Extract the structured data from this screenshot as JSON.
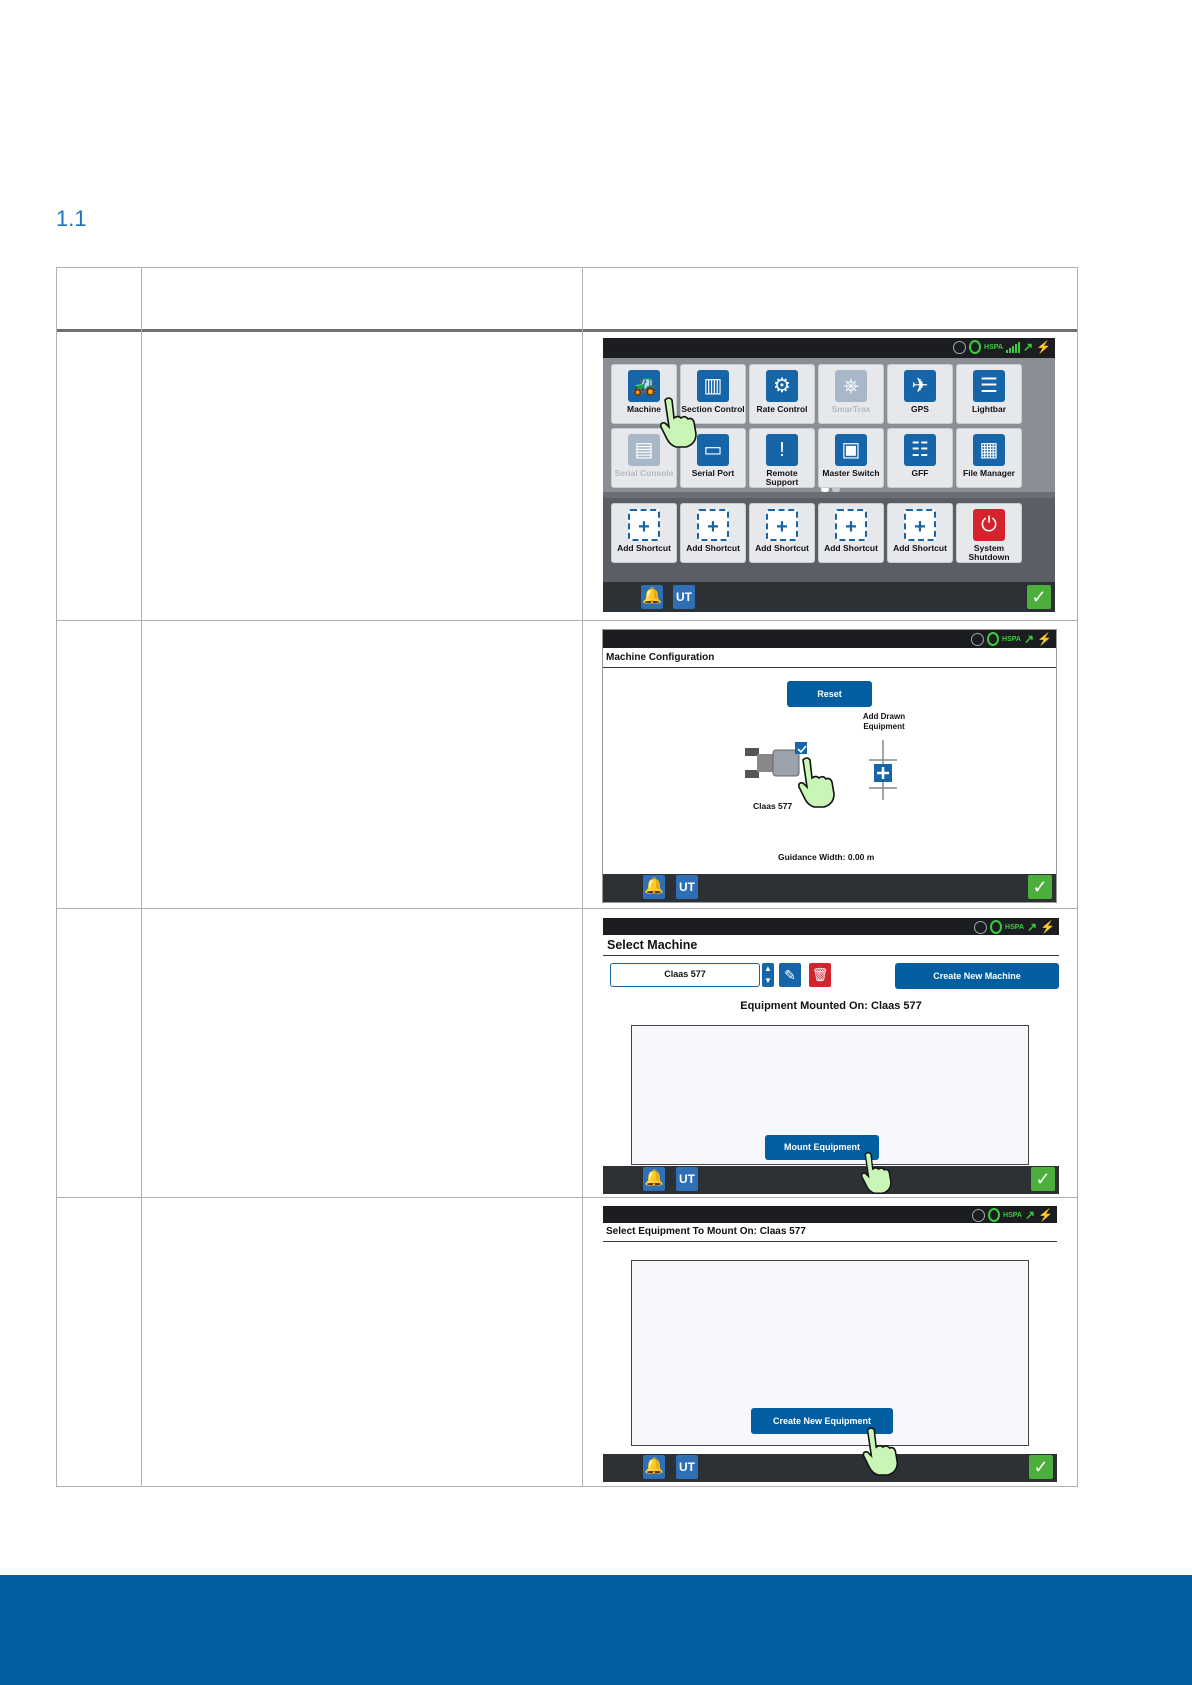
{
  "section_number": "1.1",
  "steps": [
    {
      "screen": "home",
      "tiles_row1": [
        {
          "label": "Machine",
          "icon": "tractor-icon",
          "enabled": true
        },
        {
          "label": "Section Control",
          "icon": "section-control-icon",
          "enabled": true
        },
        {
          "label": "Rate Control",
          "icon": "rate-control-icon",
          "enabled": true
        },
        {
          "label": "SmarTrax",
          "icon": "steering-wheel-icon",
          "enabled": false
        },
        {
          "label": "GPS",
          "icon": "satellite-icon",
          "enabled": true
        },
        {
          "label": "Lightbar",
          "icon": "lightbar-icon",
          "enabled": true
        }
      ],
      "tiles_row2": [
        {
          "label": "Serial Console",
          "icon": "serial-console-icon",
          "enabled": false
        },
        {
          "label": "Serial Port",
          "icon": "serial-port-icon",
          "enabled": true
        },
        {
          "label": "Remote Support",
          "icon": "headset-icon",
          "enabled": true
        },
        {
          "label": "Master Switch",
          "icon": "master-switch-icon",
          "enabled": true
        },
        {
          "label": "GFF",
          "icon": "gff-icon",
          "enabled": true
        },
        {
          "label": "File Manager",
          "icon": "file-manager-icon",
          "enabled": true
        }
      ],
      "tiles_row3": [
        {
          "label": "Add Shortcut",
          "icon": "plus-icon"
        },
        {
          "label": "Add Shortcut",
          "icon": "plus-icon"
        },
        {
          "label": "Add Shortcut",
          "icon": "plus-icon"
        },
        {
          "label": "Add Shortcut",
          "icon": "plus-icon"
        },
        {
          "label": "Add Shortcut",
          "icon": "plus-icon"
        },
        {
          "label": "System Shutdown",
          "icon": "power-icon"
        }
      ],
      "status_network": "HSPA"
    },
    {
      "screen": "machine_configuration",
      "title": "Machine Configuration",
      "reset_label": "Reset",
      "add_drawn_label": "Add Drawn Equipment",
      "machine_name": "Claas 577",
      "guidance_width_label": "Guidance Width:",
      "guidance_width_value": "0.00 m"
    },
    {
      "screen": "select_machine",
      "title": "Select Machine",
      "selected_machine": "Claas 577",
      "create_button_label": "Create New Machine",
      "mounted_heading": "Equipment Mounted On: Claas 577",
      "mount_button_label": "Mount Equipment"
    },
    {
      "screen": "select_equipment",
      "title": "Select Equipment To Mount On: Claas 577",
      "create_button_label": "Create New Equipment"
    }
  ],
  "colors": {
    "accent": "#005ea1",
    "heading": "#1e73be",
    "ok": "#4caf3c",
    "danger": "#d3242d"
  }
}
